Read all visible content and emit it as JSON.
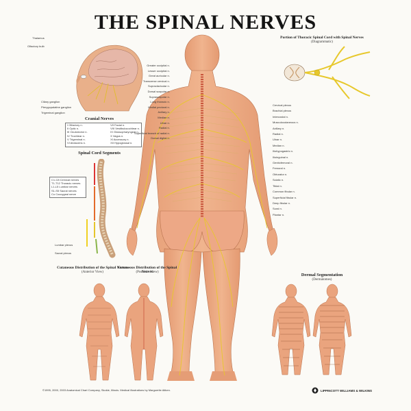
{
  "title": "THE SPINAL NERVES",
  "thoracic_inset": {
    "heading": "Portion of Thoracic Spinal Cord with Spinal Nerves",
    "subheading": "(Diagrammatic)"
  },
  "cranial_nerves": {
    "heading": "Cranial Nerves",
    "left_col": [
      "I Olfactory n.",
      "II Optic n.",
      "III Oculomotor n.",
      "IV Trochlear n.",
      "V Trigeminal n.",
      "VI Abducens n."
    ],
    "right_col": [
      "VII Facial n.",
      "VIII Vestibulocochlear n.",
      "IX Glossopharyngeal n.",
      "X Vagus n.",
      "XI Accessory n.",
      "XII Hypoglossal n."
    ]
  },
  "spinal_segments": {
    "heading": "Spinal Cord Segments",
    "legend": [
      "C1-C8 Cervical nerves",
      "T1-T12 Thoracic nerves",
      "L1-L5 Lumbar nerves",
      "S1-S5 Sacral nerves",
      "Co Coccygeal nerve"
    ],
    "plexus_labels": [
      "Lumbar plexus",
      "Sacral plexus"
    ]
  },
  "cutaneous_anterior": {
    "heading": "Cutaneous Distribution of the Spinal Nerves",
    "subheading": "(Anterior View)"
  },
  "cutaneous_posterior": {
    "heading": "Cutaneous Distribution of the Spinal Nerves",
    "subheading": "(Posterior View)"
  },
  "dermal": {
    "heading": "Dermal Segmentation",
    "subheading": "(Dermatomes)"
  },
  "head_labels": [
    "Thalamus",
    "Olfactory bulb",
    "Ciliary ganglion",
    "Pterygopalatine ganglion",
    "Trigeminal ganglion"
  ],
  "back_left_labels": [
    "Greater occipital n.",
    "Lesser occipital n.",
    "Great auricular n.",
    "Transverse cervical n.",
    "Supraclavicular n.",
    "Dorsal scapular n.",
    "Suprascapular n.",
    "Long thoracic n.",
    "Medial pectoral n.",
    "Axillary n.",
    "Median n.",
    "Ulnar n.",
    "Radial n.",
    "Superficial branch of radial n.",
    "Dorsal digital n."
  ],
  "back_right_labels": [
    "Cervical plexus",
    "Brachial plexus",
    "Intercostal n.",
    "Musculocutaneous n.",
    "Axillary n.",
    "Radial n.",
    "Ulnar n.",
    "Median n.",
    "Iliohypogastric n.",
    "Ilioinguinal n.",
    "Genitofemoral n.",
    "Femoral n.",
    "Obturator n.",
    "Sciatic n.",
    "Tibial n.",
    "Common fibular n.",
    "Superficial fibular n.",
    "Deep fibular n.",
    "Sural n.",
    "Plantar n."
  ],
  "footer": "©1995, 2000, 2003 Anatomical Chart Company, Skokie, Illinois. Medical illustrations by Marguerite Aitken.",
  "publisher": "LIPPINCOTT WILLIAMS & WILKINS"
}
